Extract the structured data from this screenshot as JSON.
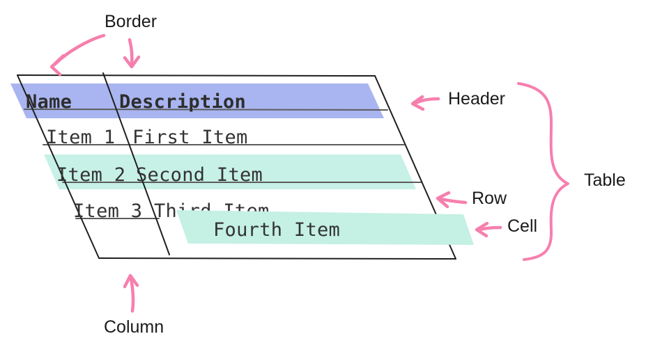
{
  "annotations": {
    "border_label": "Border",
    "header_label": "Header",
    "table_label": "Table",
    "row_label": "Row",
    "cell_label": "Cell",
    "column_label": "Column"
  },
  "table": {
    "header": {
      "name": "Name",
      "description": "Description"
    },
    "rows": [
      {
        "name": "Item 1",
        "description": "First Item"
      },
      {
        "name": "Item 2",
        "description": "Second Item"
      },
      {
        "name": "Item 3",
        "description": "Third Item"
      },
      {
        "name": "",
        "description": "Fourth Item"
      }
    ]
  },
  "colors": {
    "header_highlight": "#a9b5f0",
    "row_highlight": "#c7f1e6",
    "cell_highlight": "#c5f0e4",
    "annotation_pink": "#f67fae",
    "border_dark": "#1f1f1f",
    "line_gray": "#5c5c5c"
  }
}
